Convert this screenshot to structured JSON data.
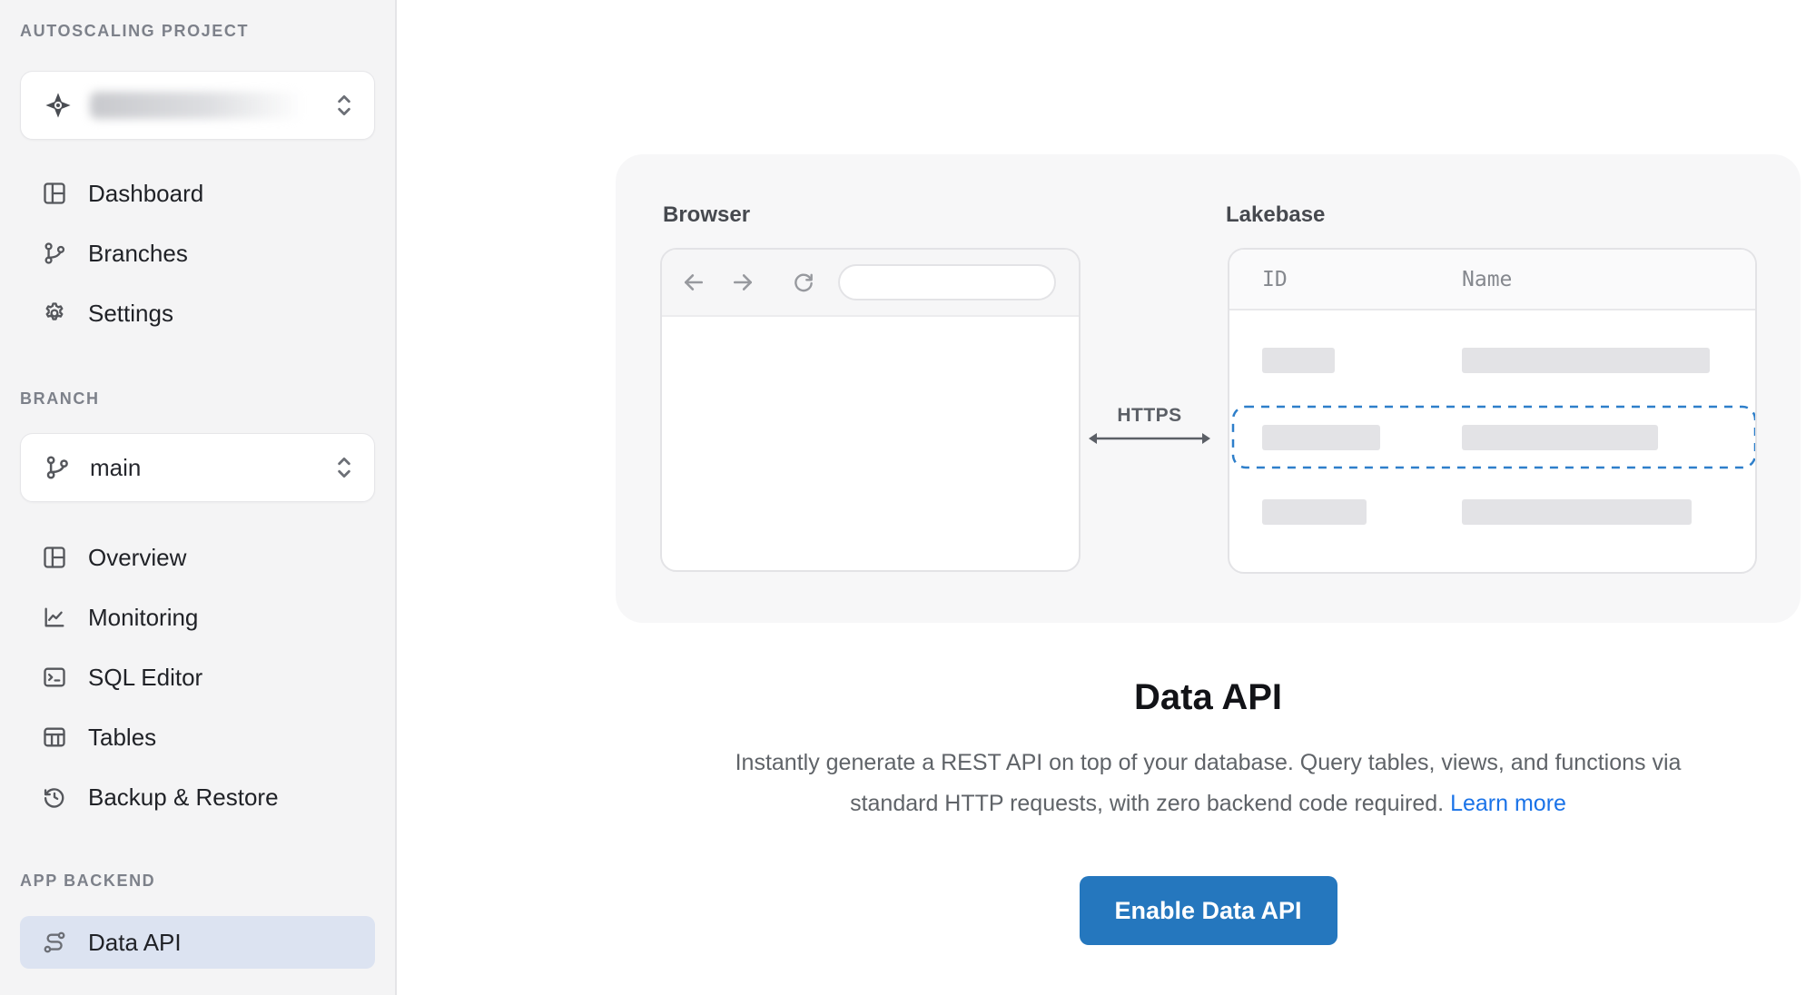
{
  "sidebar": {
    "project_section_label": "AUTOSCALING PROJECT",
    "project_selector": {
      "redacted": true
    },
    "project_nav": [
      {
        "label": "Dashboard",
        "icon": "dashboard-icon"
      },
      {
        "label": "Branches",
        "icon": "branch-icon"
      },
      {
        "label": "Settings",
        "icon": "gear-icon"
      }
    ],
    "branch_section_label": "BRANCH",
    "branch_selector": {
      "value": "main",
      "icon": "branch-icon"
    },
    "branch_nav": [
      {
        "label": "Overview",
        "icon": "overview-icon"
      },
      {
        "label": "Monitoring",
        "icon": "monitoring-icon"
      },
      {
        "label": "SQL Editor",
        "icon": "sql-editor-icon"
      },
      {
        "label": "Tables",
        "icon": "tables-icon"
      },
      {
        "label": "Backup & Restore",
        "icon": "history-icon"
      }
    ],
    "backend_section_label": "APP BACKEND",
    "backend_nav": [
      {
        "label": "Data API",
        "icon": "route-icon",
        "selected": true
      }
    ]
  },
  "main": {
    "illustration": {
      "browser_label": "Browser",
      "lakebase_label": "Lakebase",
      "https_label": "HTTPS",
      "table": {
        "columns": {
          "id": "ID",
          "name": "Name"
        },
        "rows": [
          {
            "highlighted": false
          },
          {
            "highlighted": true
          },
          {
            "highlighted": false
          }
        ]
      }
    },
    "title": "Data API",
    "description_line1": "Instantly generate a REST API on top of your database. Query tables, views, and functions via",
    "description_line2": "standard HTTP requests, with zero backend code required.",
    "learn_more_label": "Learn more",
    "enable_button_label": "Enable Data API"
  },
  "colors": {
    "accent_button_blue": "#2577be",
    "link_blue": "#1a73e8",
    "selected_item_bg": "#dce3f1",
    "highlight_dash_blue": "#2e7fca",
    "sidebar_bg": "#f4f4f5",
    "card_bg": "#f7f7f8"
  }
}
